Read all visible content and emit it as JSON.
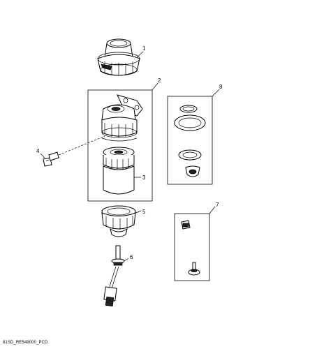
{
  "callouts": {
    "c1": "1",
    "c2": "2",
    "c3": "3",
    "c4": "4",
    "c5": "5",
    "c6": "6",
    "c7": "7",
    "c8": "8"
  },
  "caption": "81SD_RE549000_PCD"
}
